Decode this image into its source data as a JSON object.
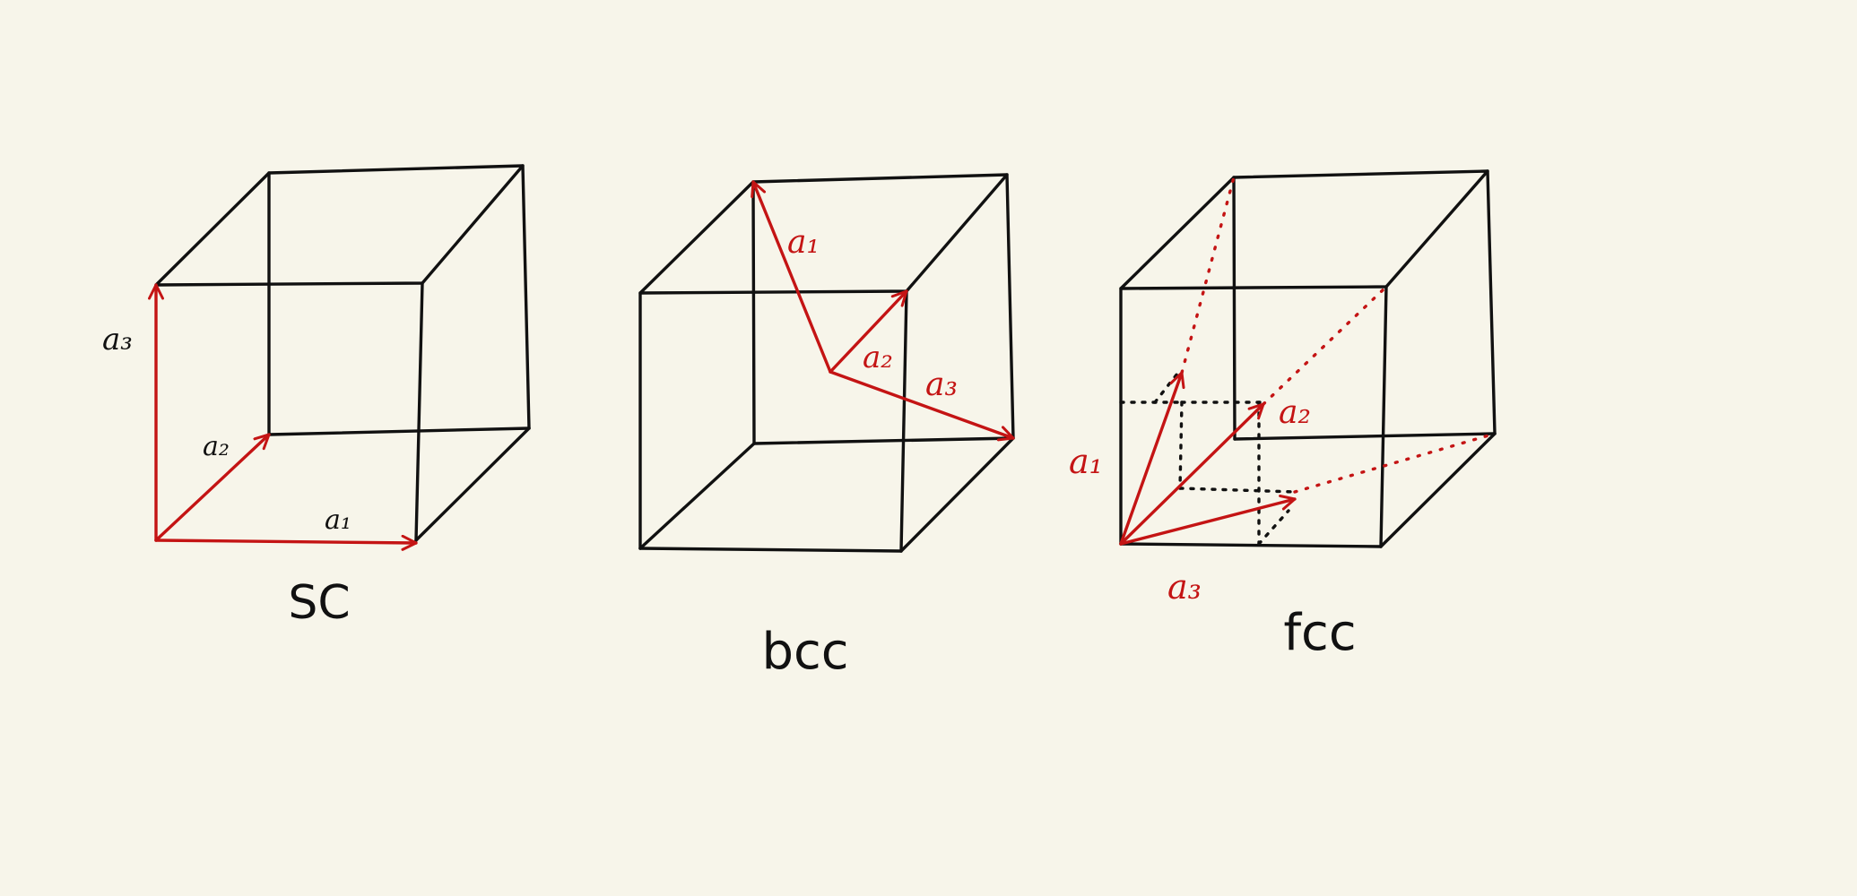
{
  "colors": {
    "background": "#f7f5ea",
    "edge": "#111111",
    "vector": "#c41414"
  },
  "diagrams": [
    {
      "caption": "SC",
      "labels": {
        "a1": "a₁",
        "a2": "a₂",
        "a3": "a₃"
      }
    },
    {
      "caption": "bcc",
      "labels": {
        "a1": "a₁",
        "a2": "a₂",
        "a3": "a₃"
      }
    },
    {
      "caption": "fcc",
      "labels": {
        "a1": "a₁",
        "a2": "a₂",
        "a3": "a₃"
      }
    }
  ]
}
